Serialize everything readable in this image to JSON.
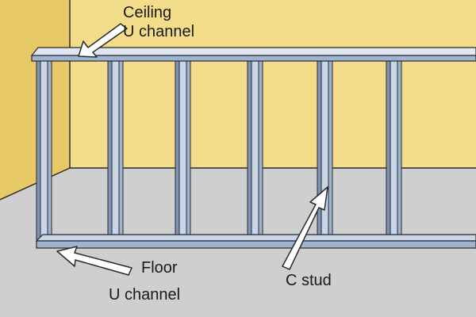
{
  "labels": {
    "ceiling_channel": [
      "Ceiling",
      "U channel"
    ],
    "floor_channel": [
      "Floor",
      "U channel"
    ],
    "c_stud": "C stud"
  },
  "colors": {
    "wall": "#f3dc8a",
    "wall_shade": "#e8c968",
    "floor": "#cfcfcf",
    "metal_light": "#c9d6e8",
    "metal_mid": "#9fb4d1",
    "metal_dark": "#7f95b6",
    "outline": "#2a2a2a",
    "arrow_fill": "#ffffff"
  },
  "icons": [
    "arrow-to-ceiling-channel",
    "arrow-to-floor-channel",
    "arrow-to-c-stud"
  ]
}
